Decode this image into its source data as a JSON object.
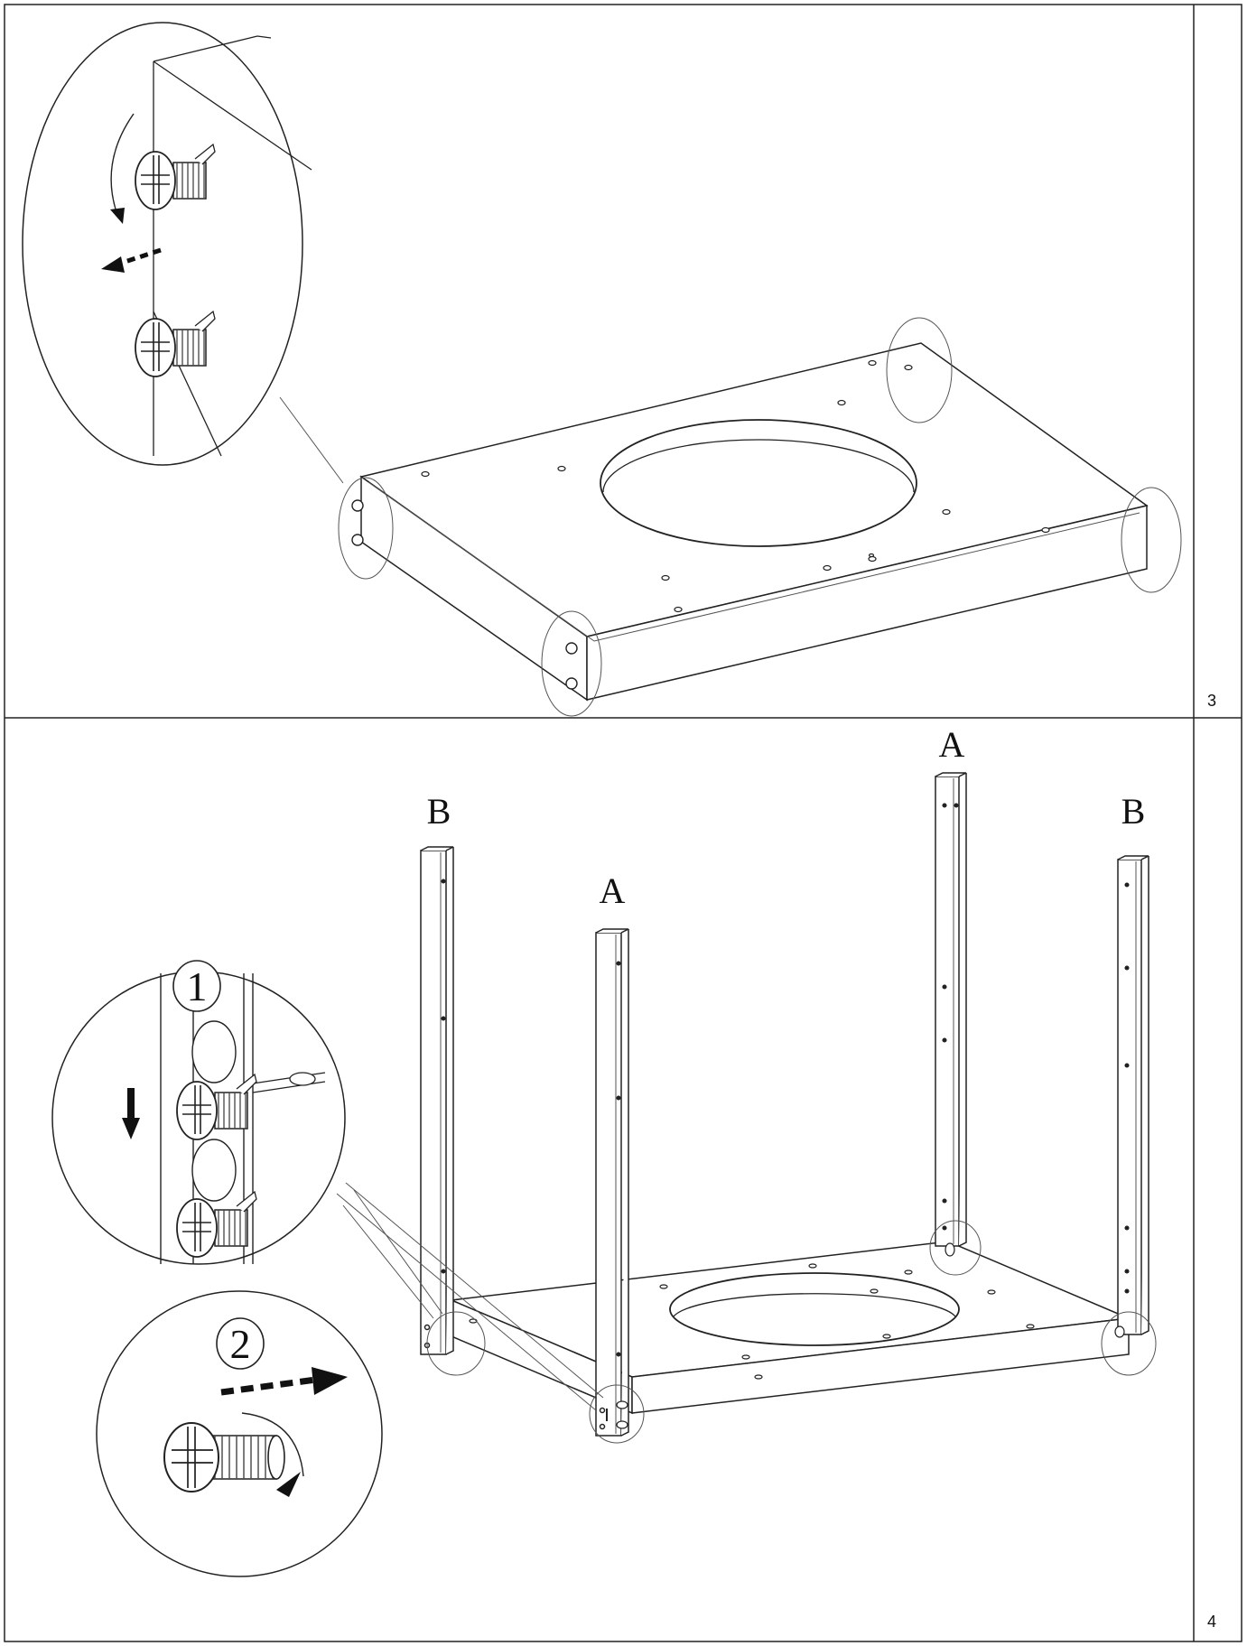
{
  "steps": [
    {
      "number": "3"
    },
    {
      "number": "4"
    }
  ],
  "step4": {
    "leg_labels": [
      "B",
      "A",
      "A",
      "B"
    ],
    "callouts": [
      "1",
      "2"
    ]
  },
  "icons": {
    "screw": "bolt-icon",
    "rotate": "rotate-arrow-icon",
    "direction": "dashed-arrow-icon",
    "down": "down-arrow-icon"
  }
}
